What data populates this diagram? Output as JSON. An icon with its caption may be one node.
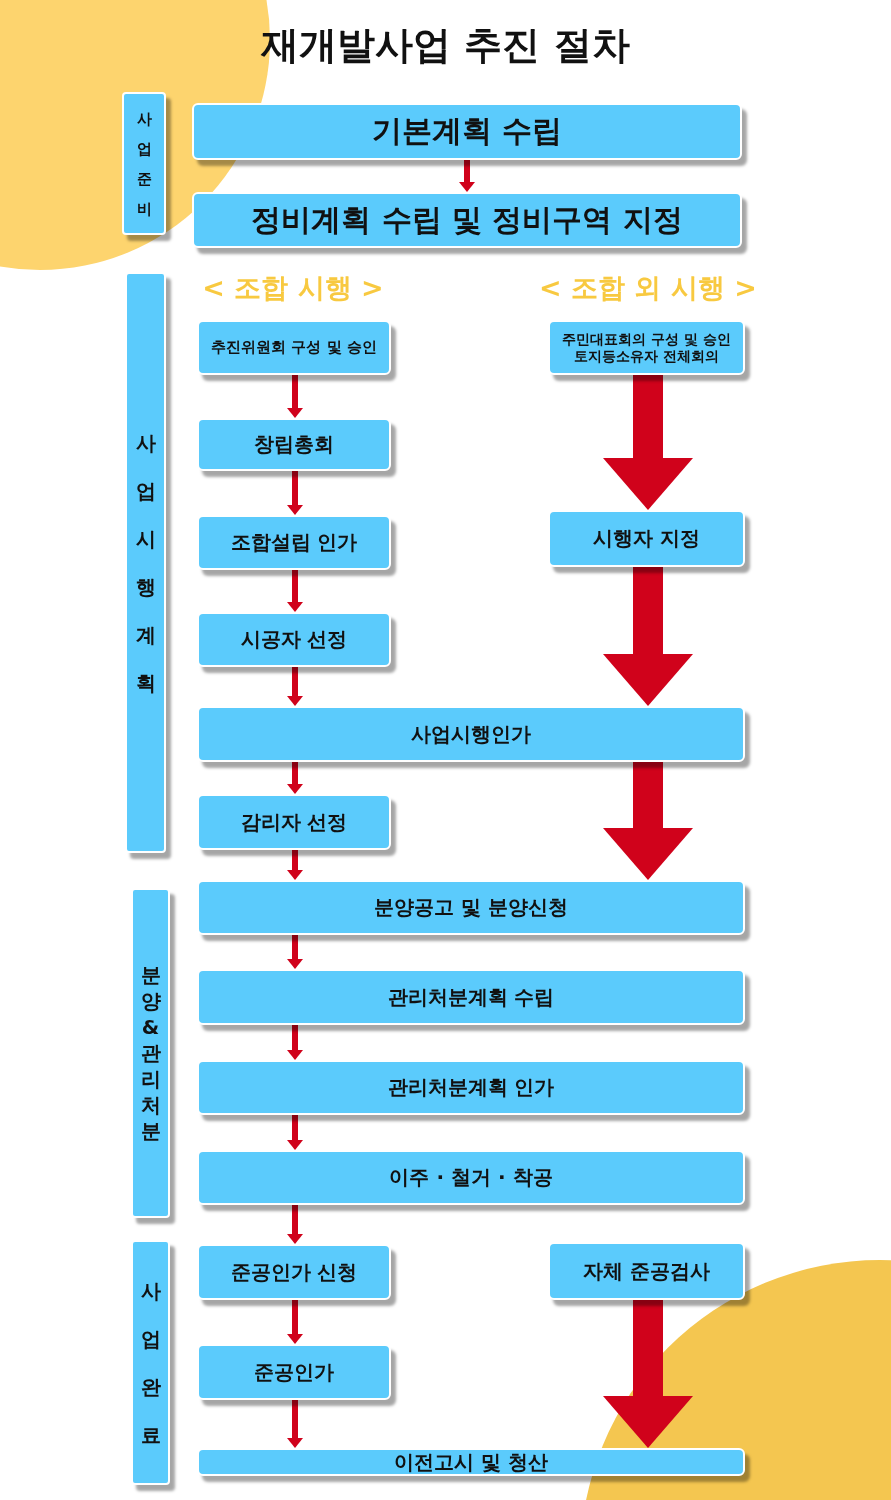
{
  "diagram": {
    "title": "재개발사업 추진 절차",
    "nodes": [
      {
        "text": [
          "사업준비"
        ]
      },
      {
        "text": [
          "기본계획 수립"
        ]
      },
      {
        "text": [
          "정비계획 수립 및 정비구역 지정"
        ]
      },
      {
        "text": [
          "사업시행계획"
        ]
      },
      {
        "text": [
          "추진위원회 구성 및 승인"
        ]
      },
      {
        "text": [
          "주민대표회의 구성 및 승인 토지등소유자 전체회의"
        ]
      },
      {
        "text": [
          "창립총회"
        ]
      },
      {
        "text": [
          "조합설립 인가"
        ]
      },
      {
        "text": [
          "시행자 지정"
        ]
      },
      {
        "text": [
          "시공자 선정"
        ]
      },
      {
        "text": [
          "사업시행인가"
        ]
      },
      {
        "text": [
          "감리자 선정"
        ]
      },
      {
        "text": [
          "분양 & 관리처분"
        ]
      },
      {
        "text": [
          "분양공고 및 분양신청"
        ]
      },
      {
        "text": [
          "관리처분계획 수립"
        ]
      },
      {
        "text": [
          "관리처분계획 인가"
        ]
      },
      {
        "text": [
          "이주 · 철거 · 착공"
        ]
      },
      {
        "text": [
          "사업완료"
        ]
      },
      {
        "text": [
          "준공인가 신청"
        ]
      },
      {
        "text": [
          "자체 준공검사"
        ]
      },
      {
        "text": [
          "준공인가"
        ]
      },
      {
        "text": [
          "이전고시 및 청산"
        ]
      }
    ],
    "edges": [
      {
        "from": 1,
        "to": 2,
        "arrow": "to"
      },
      {
        "from": 4,
        "to": 6,
        "arrow": "to"
      },
      {
        "from": 5,
        "to": 8,
        "arrow": "to",
        "style": "thick"
      },
      {
        "from": 6,
        "to": 7,
        "arrow": "to"
      },
      {
        "from": 7,
        "to": 9,
        "arrow": "to"
      },
      {
        "from": 8,
        "to": 10,
        "arrow": "to",
        "style": "thick"
      },
      {
        "from": 9,
        "to": 10,
        "arrow": "to"
      },
      {
        "from": 10,
        "to": 11,
        "arrow": "to"
      },
      {
        "from": 10,
        "to": 13,
        "arrow": "to",
        "style": "thick"
      },
      {
        "from": 11,
        "to": 13,
        "arrow": "to"
      },
      {
        "from": 13,
        "to": 14,
        "arrow": "to"
      },
      {
        "from": 14,
        "to": 15,
        "arrow": "to"
      },
      {
        "from": 15,
        "to": 16,
        "arrow": "to"
      },
      {
        "from": 16,
        "to": 18,
        "arrow": "to"
      },
      {
        "from": 18,
        "to": 20,
        "arrow": "to"
      },
      {
        "from": 19,
        "to": 21,
        "arrow": "to",
        "style": "thick"
      },
      {
        "from": 20,
        "to": 21,
        "arrow": "to"
      }
    ],
    "labels": [
      "< 조합 시행 >",
      "< 조합 외 시행 >"
    ]
  }
}
